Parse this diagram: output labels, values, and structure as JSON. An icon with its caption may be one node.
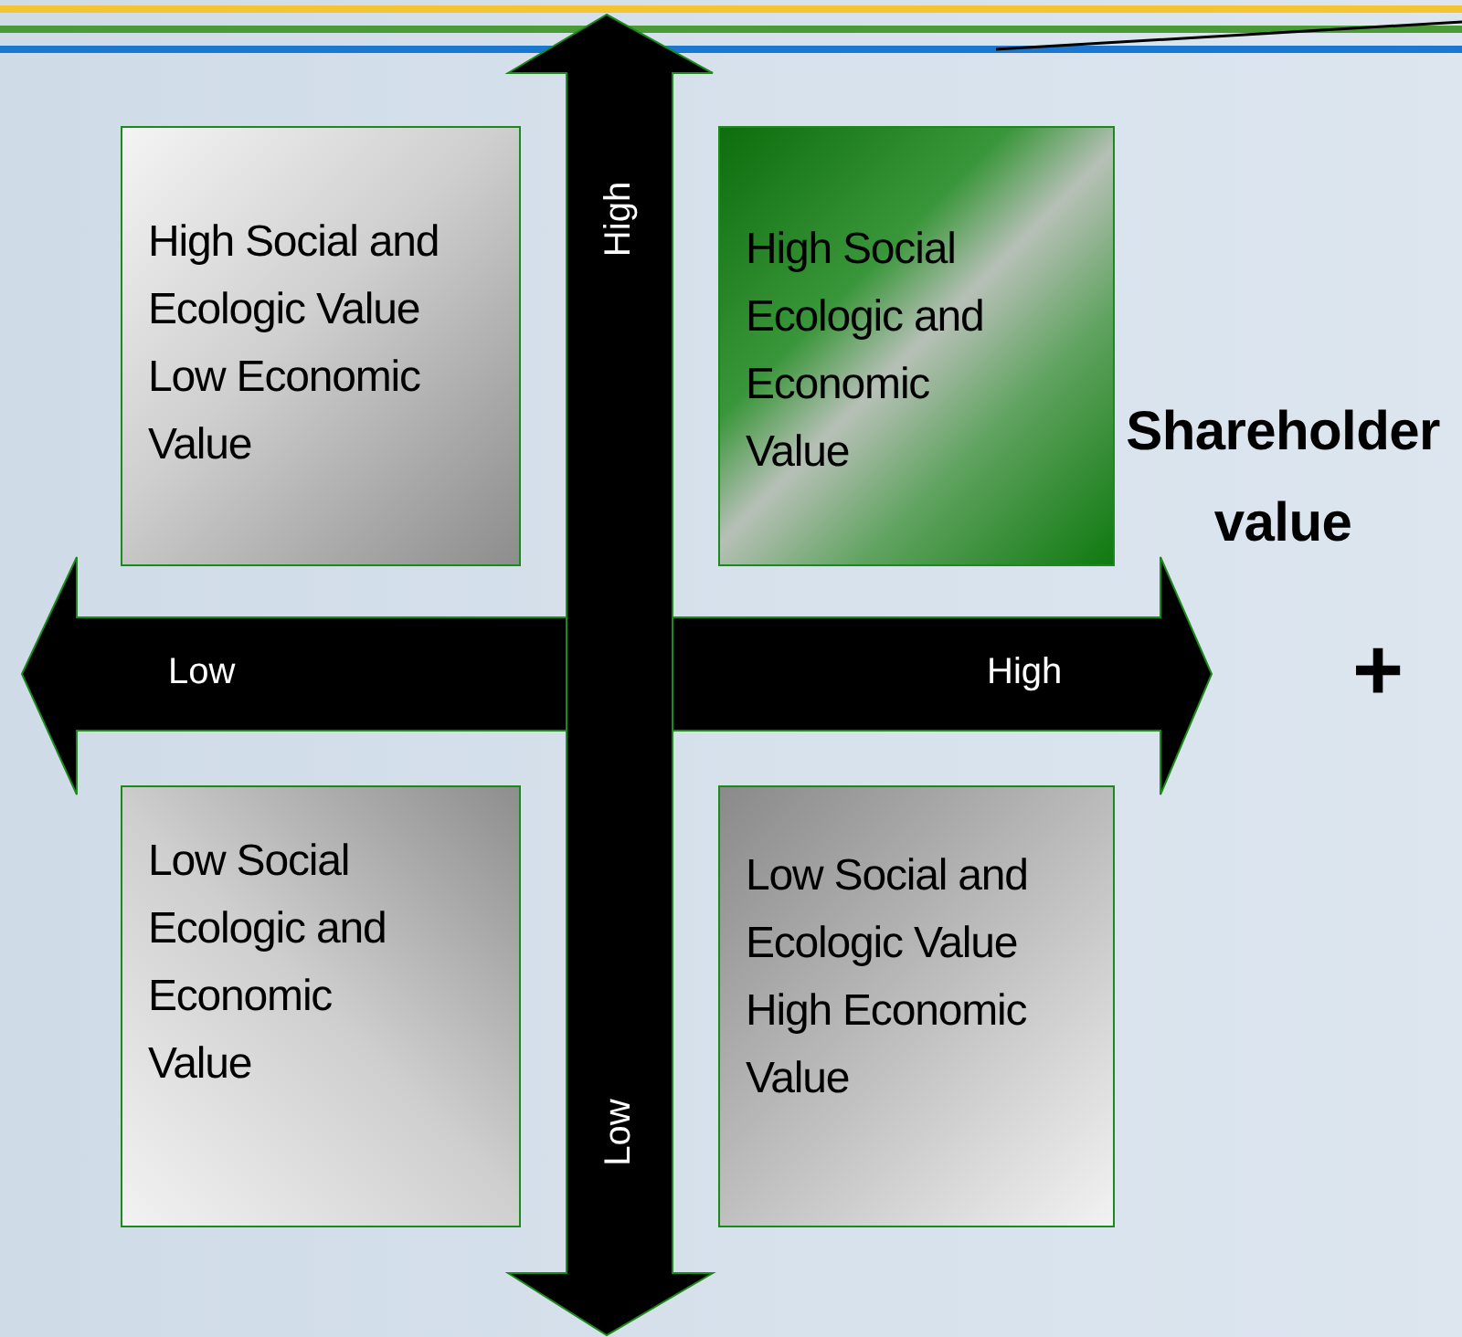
{
  "diagram": {
    "nodes": [
      {
        "text": [
          "High Social and Ecologic Value Low Economic Value"
        ]
      },
      {
        "text": [
          "High Social Ecologic and Economic Value"
        ]
      },
      {
        "text": [
          "Low Social Ecologic and Economic Value"
        ]
      },
      {
        "text": [
          "Low Social and Ecologic Value High Economic Value"
        ]
      }
    ],
    "edges": [],
    "labels": [
      "High",
      "Low",
      "High",
      "Shareholder value",
      "+",
      "Low"
    ]
  }
}
